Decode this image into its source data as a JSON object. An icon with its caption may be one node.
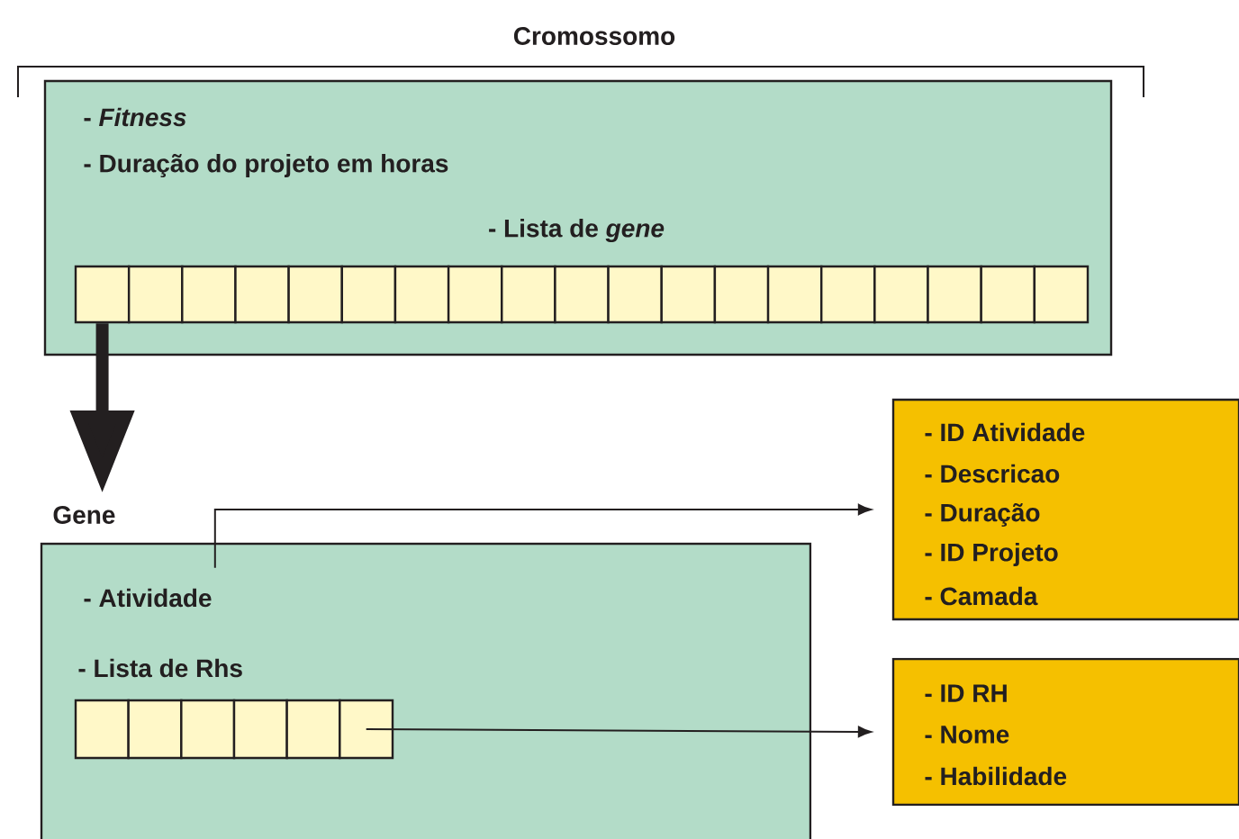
{
  "diagram": {
    "nodes": [
      {
        "text": [
          "Cromossomo",
          "- *Fitness*",
          "- Duração do projeto em horas",
          "- Lista de *gene*"
        ]
      },
      {
        "text": [],
        "shape": "box",
        "in": 0
      },
      {
        "text": [],
        "shape": "box",
        "in": 0
      },
      {
        "text": [],
        "shape": "box",
        "in": 0
      },
      {
        "text": [],
        "shape": "box",
        "in": 0
      },
      {
        "text": [],
        "shape": "box",
        "in": 0
      },
      {
        "text": [],
        "shape": "box",
        "in": 0
      },
      {
        "text": [],
        "shape": "box",
        "in": 0
      },
      {
        "text": [],
        "shape": "box",
        "in": 0
      },
      {
        "text": [],
        "shape": "box",
        "in": 0
      },
      {
        "text": [],
        "shape": "box",
        "in": 0
      },
      {
        "text": [],
        "shape": "box",
        "in": 0
      },
      {
        "text": [],
        "shape": "box",
        "in": 0
      },
      {
        "text": [],
        "shape": "box",
        "in": 0
      },
      {
        "text": [],
        "shape": "box",
        "in": 0
      },
      {
        "text": [],
        "shape": "box",
        "in": 0
      },
      {
        "text": [],
        "shape": "box",
        "in": 0
      },
      {
        "text": [],
        "shape": "box",
        "in": 0
      },
      {
        "text": [],
        "shape": "box",
        "in": 0
      },
      {
        "text": [],
        "shape": "box",
        "in": 0
      },
      {
        "text": [
          "Gene",
          "-  Atividade",
          "- Lista de Rhs"
        ]
      },
      {
        "text": [],
        "shape": "box",
        "in": 20
      },
      {
        "text": [],
        "shape": "box",
        "in": 20
      },
      {
        "text": [],
        "shape": "box",
        "in": 20
      },
      {
        "text": [],
        "shape": "box",
        "in": 20
      },
      {
        "text": [],
        "shape": "box",
        "in": 20
      },
      {
        "text": [],
        "shape": "box",
        "in": 20
      },
      {
        "text": [
          "- ID Atividade",
          "- Descricao",
          "- Duração",
          "- ID Projeto",
          "- Camada"
        ]
      },
      {
        "text": [
          "- ID RH",
          "- Nome",
          "- Habilidade"
        ]
      }
    ],
    "edges": [
      {
        "from": 1,
        "to": 20,
        "arrow": "to",
        "style": "thick"
      },
      {
        "from": 20,
        "to": 27,
        "arrow": "to"
      },
      {
        "from": 26,
        "to": 28,
        "arrow": "to"
      }
    ]
  }
}
